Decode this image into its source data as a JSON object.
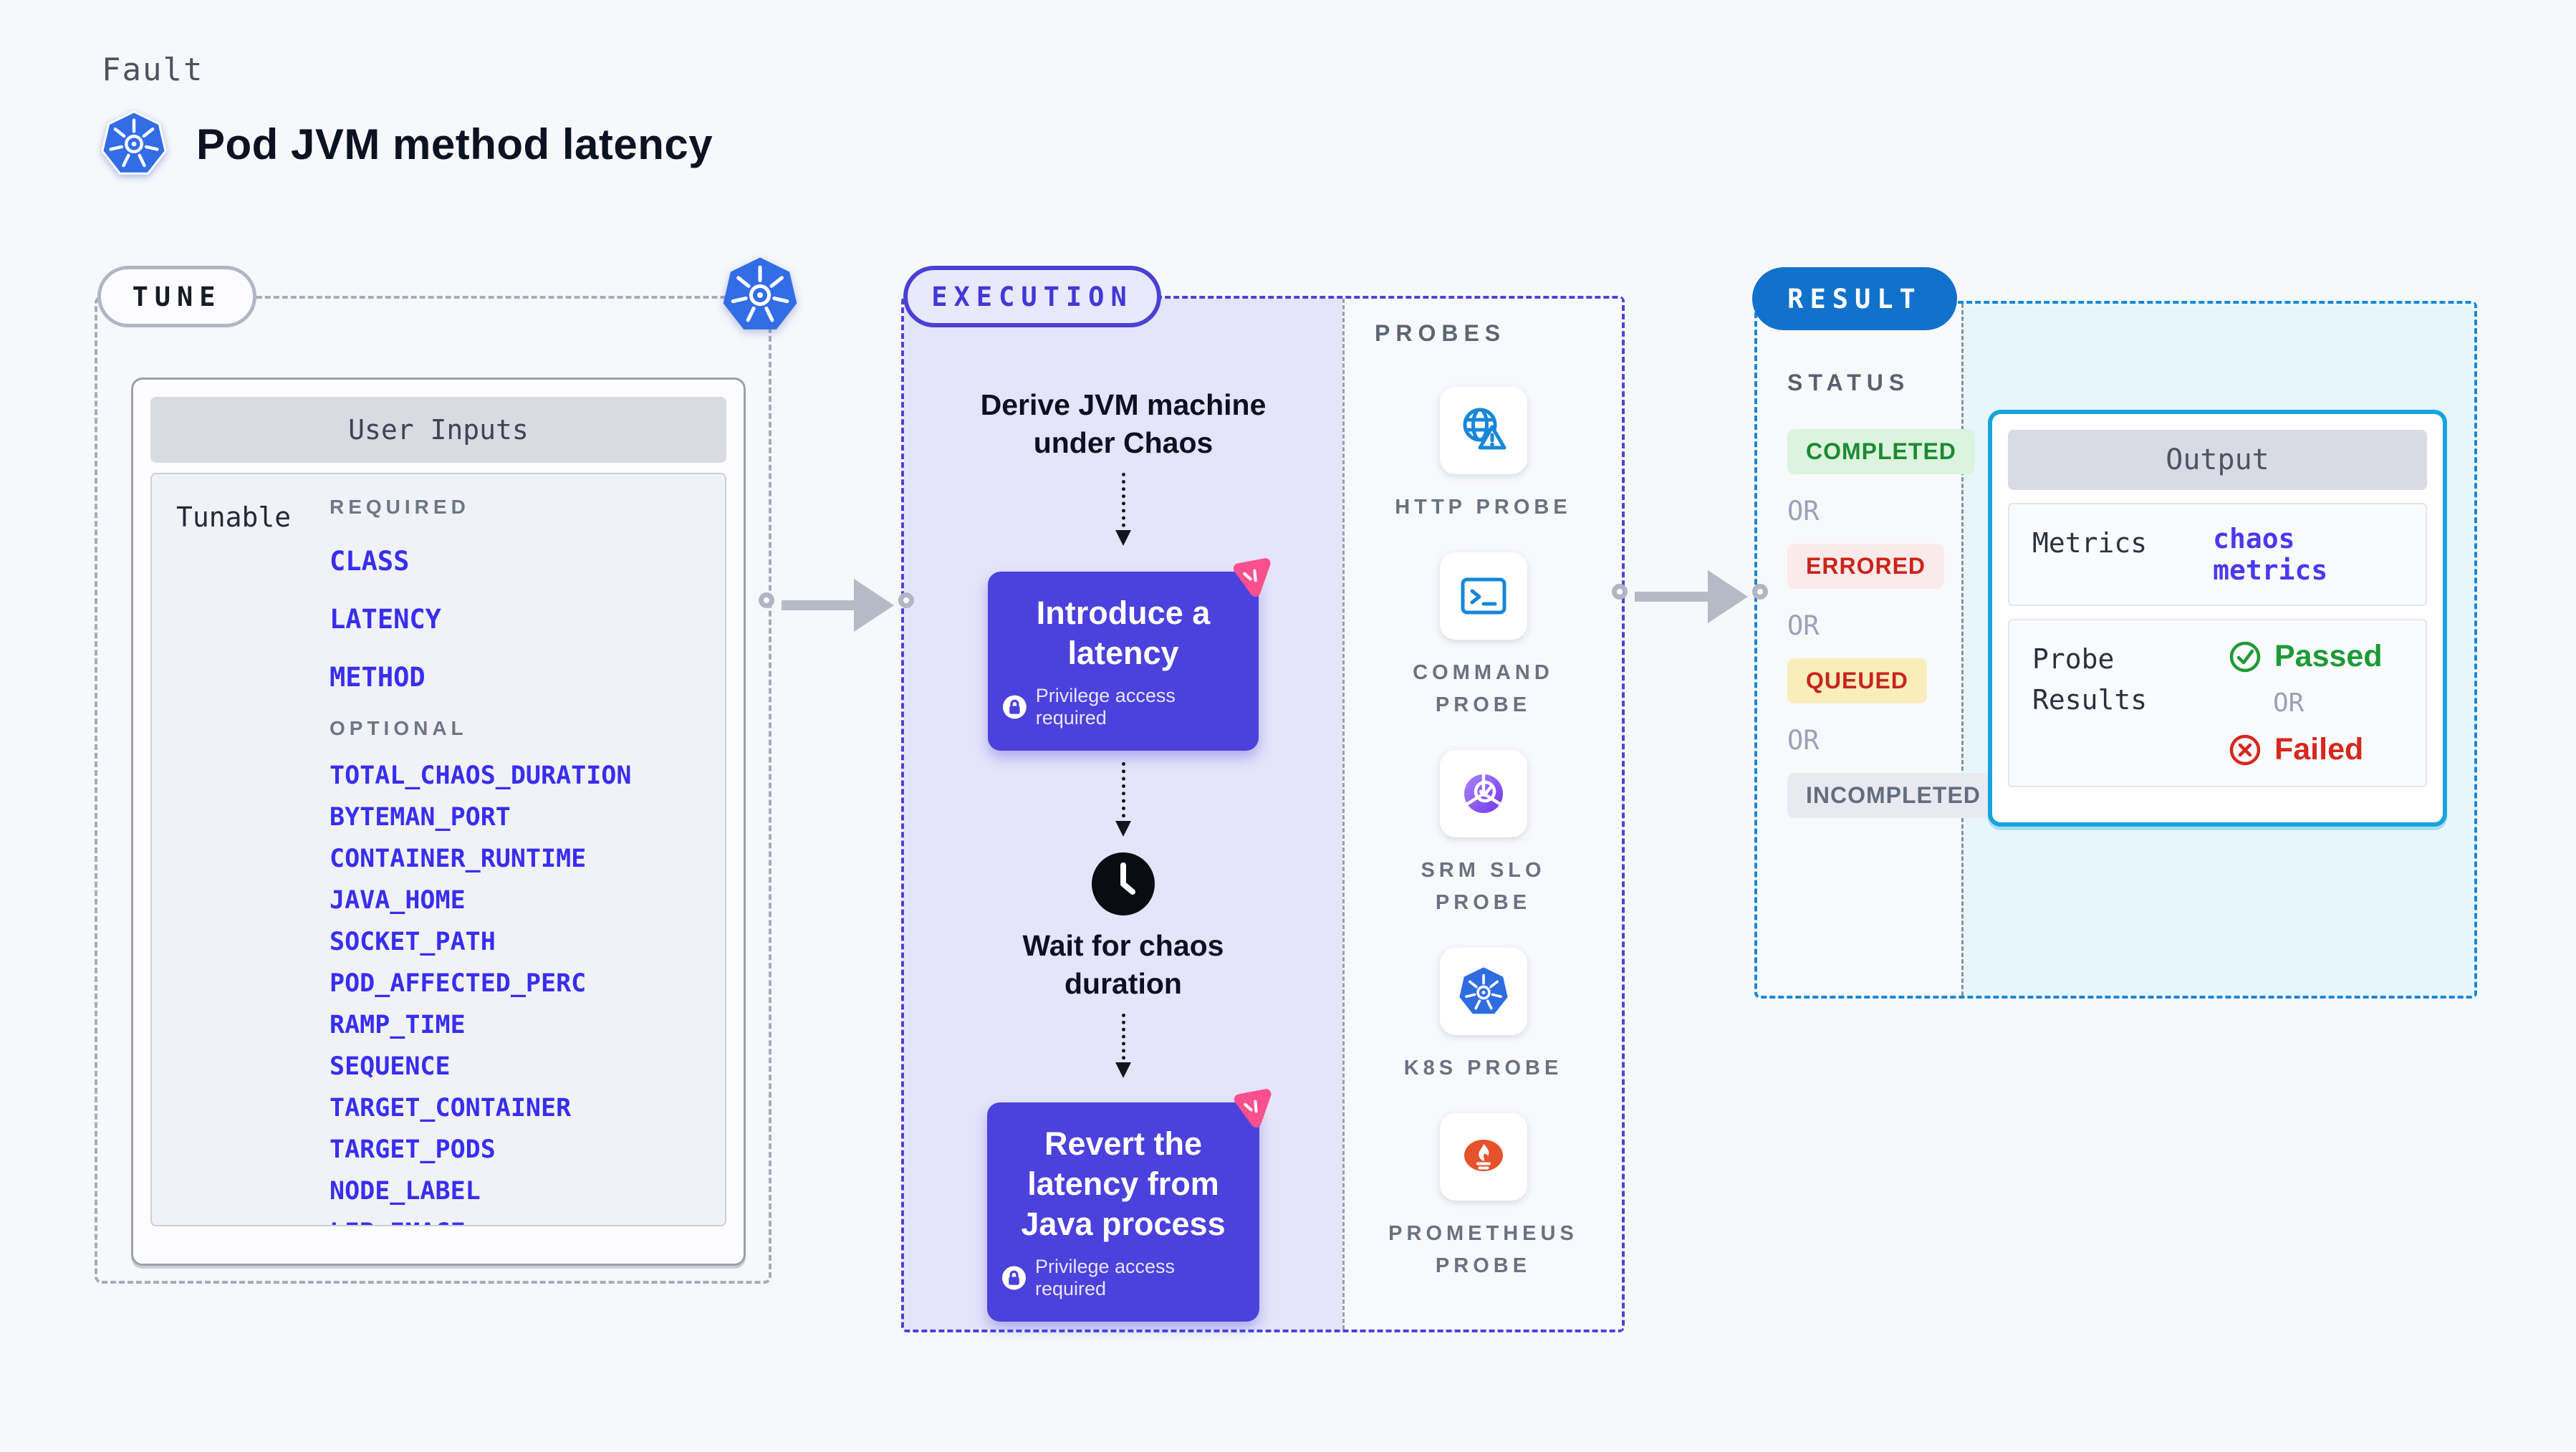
{
  "page": {
    "kicker": "Fault",
    "title": "Pod JVM method latency"
  },
  "tune": {
    "label": "TUNE",
    "user_inputs": {
      "header": "User Inputs",
      "row_label": "Tunable",
      "required_heading": "REQUIRED",
      "optional_heading": "OPTIONAL",
      "required": [
        "CLASS",
        "LATENCY",
        "METHOD"
      ],
      "optional": [
        "TOTAL_CHAOS_DURATION",
        "BYTEMAN_PORT",
        "CONTAINER_RUNTIME",
        "JAVA_HOME",
        "SOCKET_PATH",
        "POD_AFFECTED_PERC",
        "RAMP_TIME",
        "SEQUENCE",
        "TARGET_CONTAINER",
        "TARGET_PODS",
        "NODE_LABEL",
        "LIB_IMAGE"
      ]
    }
  },
  "execution": {
    "label": "EXECUTION",
    "steps": {
      "derive": "Derive JVM machine under Chaos",
      "introduce": "Introduce a latency",
      "introduce_note": "Privilege access required",
      "wait": "Wait for chaos duration",
      "revert": "Revert the latency from Java process",
      "revert_note": "Privilege access required"
    },
    "probes": {
      "label": "PROBES",
      "items": [
        {
          "name": "HTTP PROBE",
          "icon": "http-probe-icon"
        },
        {
          "name": "COMMAND PROBE",
          "icon": "command-probe-icon"
        },
        {
          "name": "SRM SLO PROBE",
          "icon": "srm-slo-probe-icon"
        },
        {
          "name": "K8S PROBE",
          "icon": "k8s-probe-icon"
        },
        {
          "name": "PROMETHEUS PROBE",
          "icon": "prometheus-probe-icon"
        }
      ]
    }
  },
  "result": {
    "label": "RESULT",
    "status": {
      "label": "STATUS",
      "separator": "OR",
      "items": [
        {
          "text": "COMPLETED",
          "style": "completed"
        },
        {
          "text": "ERRORED",
          "style": "errored"
        },
        {
          "text": "QUEUED",
          "style": "queued"
        },
        {
          "text": "INCOMPLETED",
          "style": "incompleted"
        }
      ]
    },
    "output": {
      "header": "Output",
      "metrics_label": "Metrics",
      "metrics_value": "chaos metrics",
      "probe_results_label": "Probe Results",
      "passed": "Passed",
      "or": "OR",
      "failed": "Failed"
    }
  },
  "colors": {
    "accent_indigo": "#4b41dc",
    "execution_border": "#4d43d8",
    "result_blue": "#1172cc",
    "result_border": "#1787d8",
    "output_border": "#18a3de",
    "passed_green": "#1d9a36",
    "failed_red": "#d6281e",
    "completed_green": "#1b8a33",
    "errored_red": "#cb241b",
    "queued_yellow_bg": "#f9edbc",
    "pink_badge": "#fb4f8e",
    "k8s_blue": "#326de6",
    "prometheus_orange": "#e6522c",
    "tunable_blue": "#382ef0",
    "lavender_bg": "#e5e4fa",
    "cyan_bg": "#e7f6fb"
  }
}
